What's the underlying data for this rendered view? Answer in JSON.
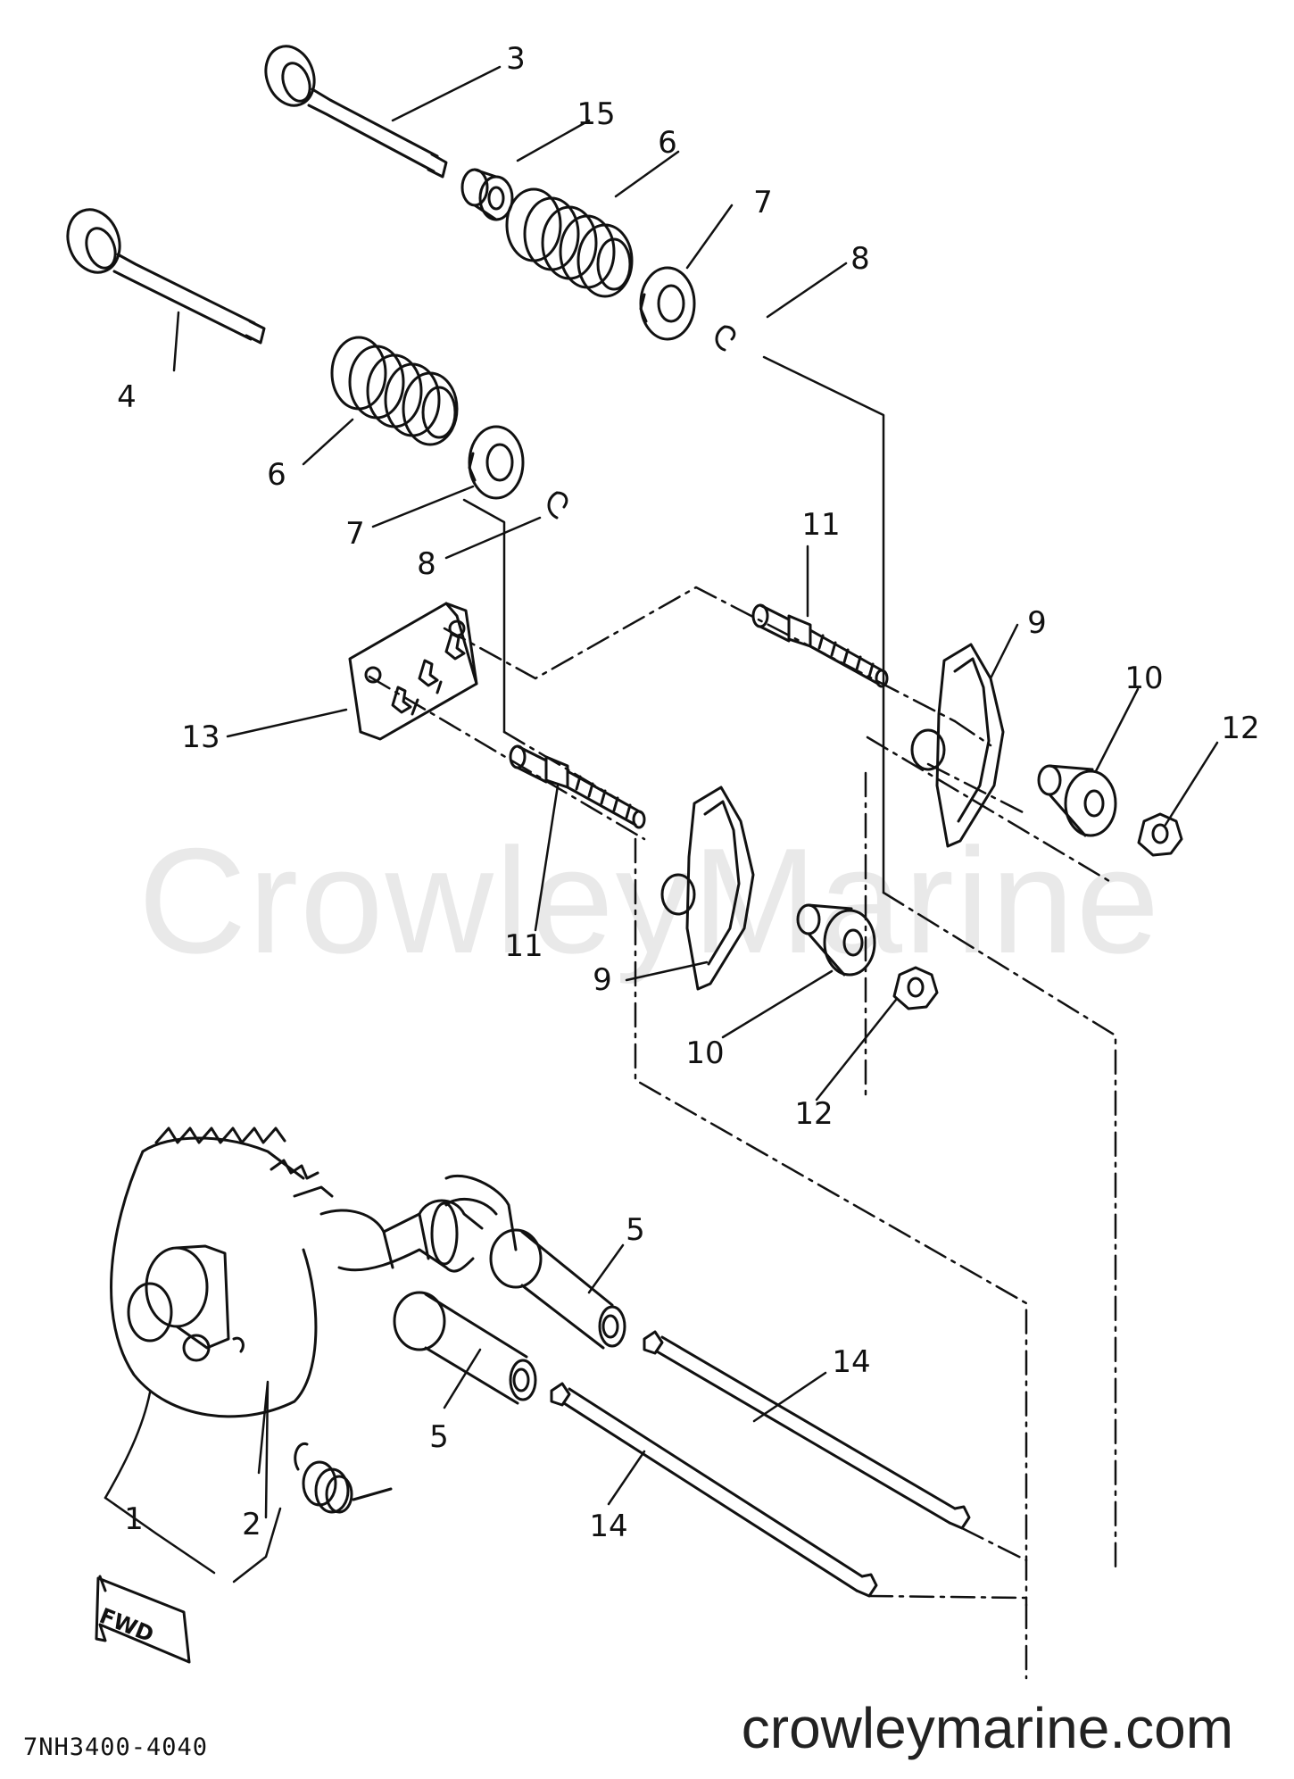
{
  "watermark": "CrowleyMarine",
  "site_url": "crowleymarine.com",
  "diagram_code": "7NH3400-4040",
  "direction_label": "FWD",
  "callouts": [
    "1",
    "2",
    "3",
    "4",
    "5",
    "5",
    "6",
    "6",
    "7",
    "7",
    "8",
    "8",
    "9",
    "9",
    "10",
    "10",
    "11",
    "11",
    "12",
    "12",
    "13",
    "14",
    "14",
    "15"
  ]
}
